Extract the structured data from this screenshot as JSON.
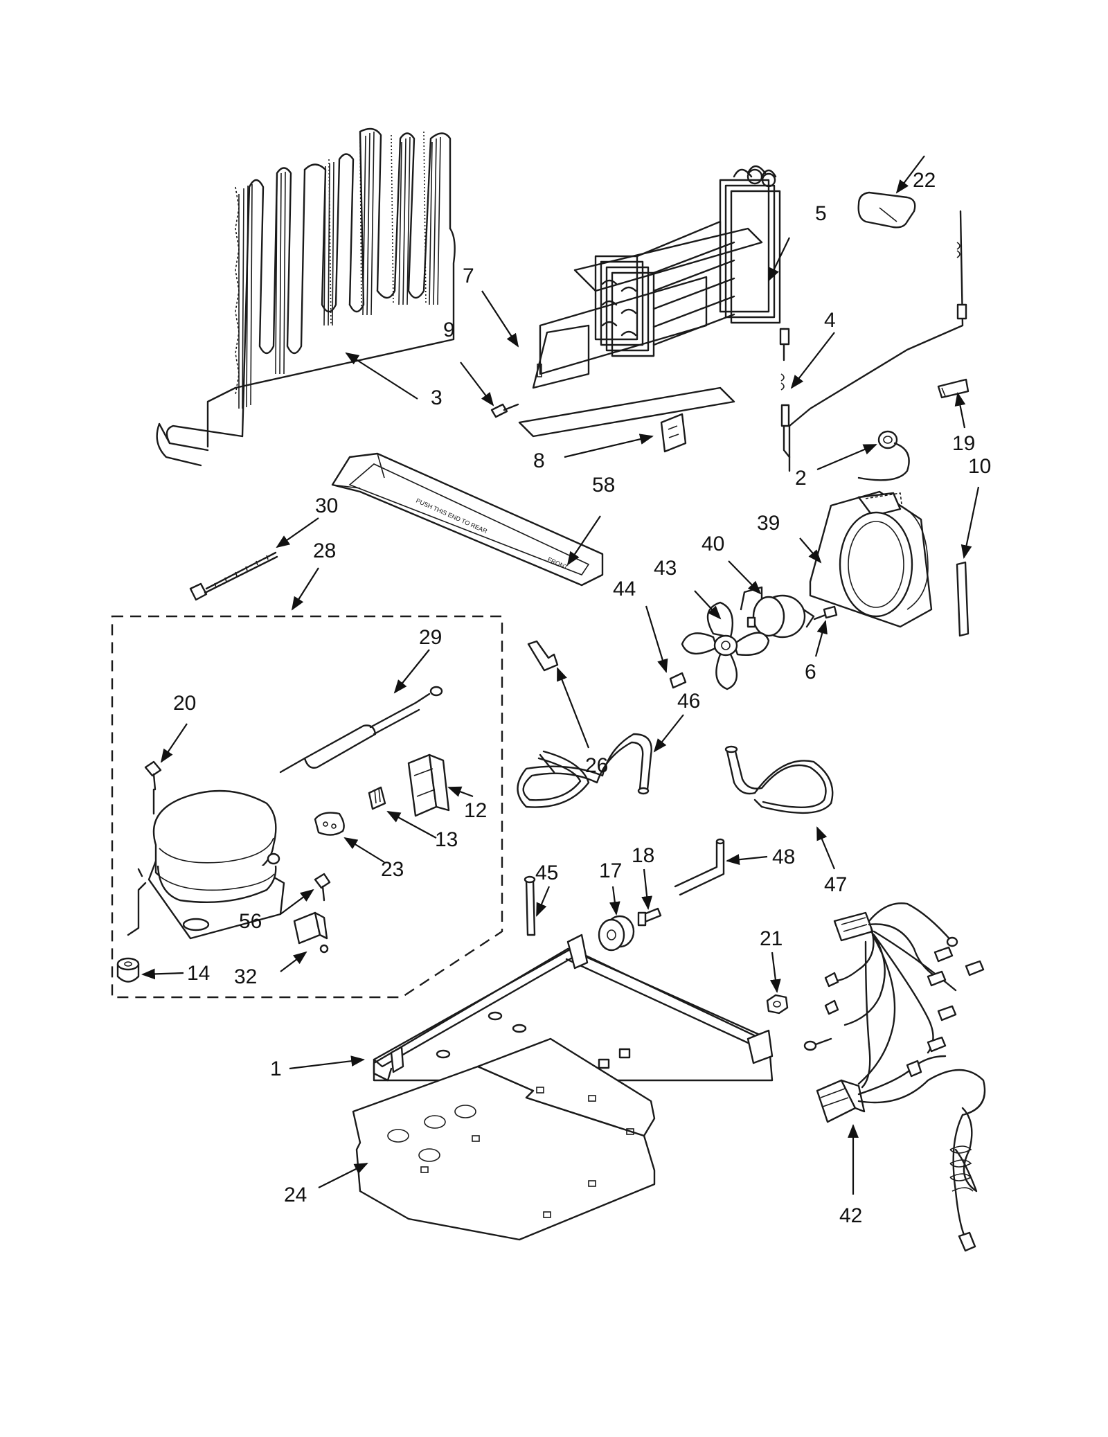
{
  "callouts": {
    "c1": "1",
    "c2": "2",
    "c3": "3",
    "c4": "4",
    "c5": "5",
    "c6": "6",
    "c7": "7",
    "c8": "8",
    "c9": "9",
    "c10": "10",
    "c12": "12",
    "c13": "13",
    "c14": "14",
    "c17": "17",
    "c18": "18",
    "c19": "19",
    "c20": "20",
    "c21": "21",
    "c22": "22",
    "c23": "23",
    "c24": "24",
    "c26": "26",
    "c28": "28",
    "c29": "29",
    "c30": "30",
    "c32": "32",
    "c39": "39",
    "c40": "40",
    "c42": "42",
    "c43": "43",
    "c44": "44",
    "c45": "45",
    "c46": "46",
    "c47": "47",
    "c48": "48",
    "c56": "56",
    "c58": "58"
  },
  "tray_label": "PUSH THIS END TO REAR",
  "tray_front": "FRONT"
}
